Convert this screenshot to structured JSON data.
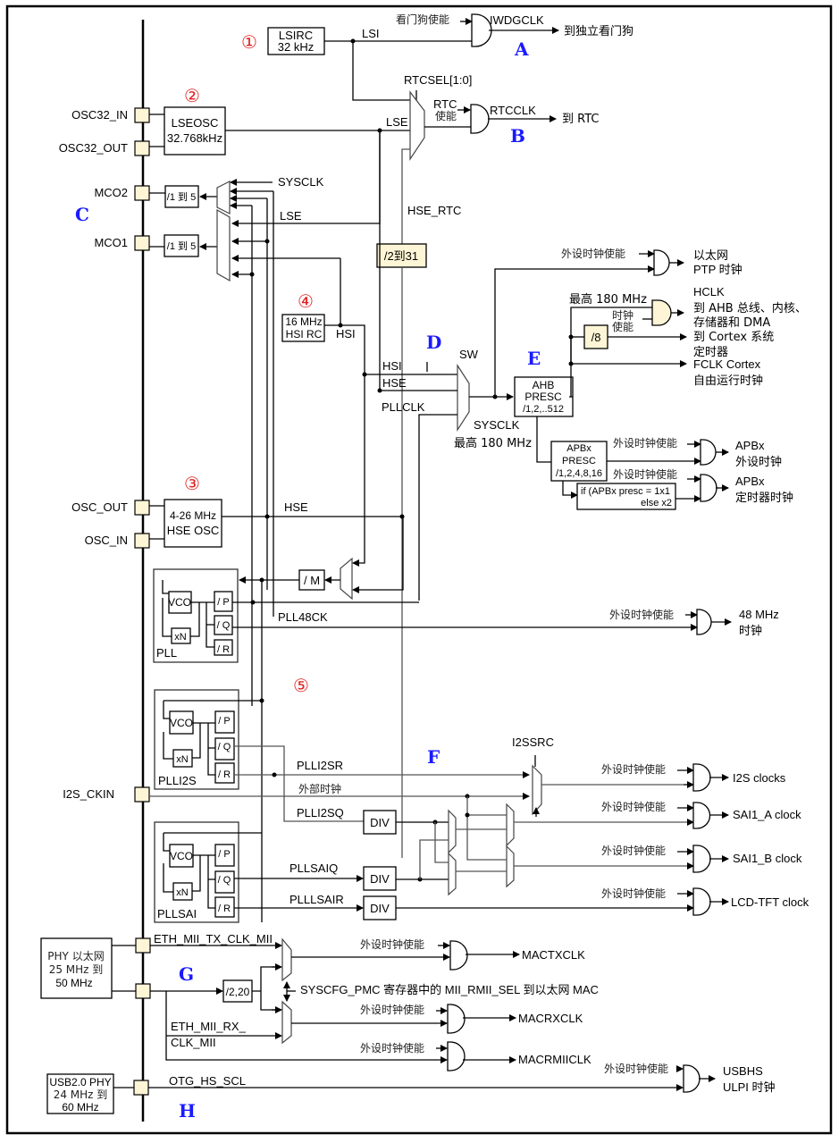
{
  "title": "STM32F4 时钟树 (Clock Tree)",
  "markers": {
    "circled": [
      "①",
      "②",
      "③",
      "④",
      "⑤"
    ],
    "letters": [
      "A",
      "B",
      "C",
      "D",
      "E",
      "F",
      "G",
      "H"
    ]
  },
  "colors": {
    "marker_red": "#e02020",
    "marker_blue": "#1a1aff",
    "pad_fill": "#fdf5d6"
  },
  "pins": {
    "osc32_in": "OSC32_IN",
    "osc32_out": "OSC32_OUT",
    "mco2": "MCO2",
    "mco1": "MCO1",
    "osc_out": "OSC_OUT",
    "osc_in": "OSC_IN",
    "i2s_ckin": "I2S_CKIN"
  },
  "oscillators": {
    "lsirc": [
      "LSIRC",
      "32 kHz"
    ],
    "lseosc": [
      "LSEOSC",
      "32.768kHz"
    ],
    "hsirc": [
      "16 MHz",
      "HSI RC"
    ],
    "hseosc": [
      "4-26 MHz",
      "HSE OSC"
    ]
  },
  "signals": {
    "lsi": "LSI",
    "lse": "LSE",
    "lse2": "LSE",
    "hsi": "HSI",
    "hsi2": "HSI",
    "hse": "HSE",
    "hse2": "HSE",
    "hse_rtc": "HSE_RTC",
    "pllclk": "PLLCLK",
    "sysclk": "SYSCLK",
    "sysclk_mco": "SYSCLK",
    "sysclk_max": "最高 180 MHz",
    "sw": "SW",
    "rtcsel": "RTCSEL[1:0]",
    "pll48ck": "PLL48CK",
    "plli2sr": "PLLI2SR",
    "ext_clock": "外部时钟",
    "plli2sq": "PLLI2SQ",
    "pllsaiq": "PLLSAIQ",
    "plllsair": "PLLLSAIR",
    "i2ssrc": "I2SSRC",
    "eth_tx": "ETH_MII_TX_CLK_MII",
    "eth_rx1": "ETH_MII_RX_",
    "eth_rx2": "CLK_MII",
    "otg": "OTG_HS_SCL",
    "syscfg": "SYSCFG_PMC 寄存器中的 MII_RMII_SEL 到以太网 MAC"
  },
  "dividers": {
    "mco2_div": "/1 到 5",
    "mco1_div": "/1 到 5",
    "rtc_div": "/2到31",
    "m_div": "/ M",
    "div8": "/8",
    "ahb": [
      "AHB",
      "PRESC",
      "/1,2,..512"
    ],
    "apb": [
      "APBx",
      "PRESC",
      "/1,2,4,8,16"
    ],
    "apb_timer": [
      "if (APBx presc = 1x1",
      "else x2"
    ],
    "eth_div": "/2,20",
    "div": "DIV"
  },
  "pll_blocks": [
    {
      "name": "PLL",
      "vco": "VCO",
      "xn": "xN",
      "p": "/ P",
      "q": "/ Q",
      "r": "/ R"
    },
    {
      "name": "PLLI2S",
      "vco": "VCO",
      "xn": "xN",
      "p": "/ P",
      "q": "/ Q",
      "r": "/ R"
    },
    {
      "name": "PLLSAI",
      "vco": "VCO",
      "xn": "xN",
      "p": "/ P",
      "q": "/ Q",
      "r": "/ R"
    }
  ],
  "enables": {
    "watchdog": "看门狗使能",
    "rtc": [
      "RTC",
      "使能"
    ],
    "periph": "外设时钟使能",
    "clock_en": [
      "时钟",
      "使能"
    ],
    "hclk_max": "最高 180 MHz"
  },
  "outputs": {
    "iwdgclk": "IWDGCLK",
    "to_iwdg": "到独立看门狗",
    "rtcclk": "RTCCLK",
    "to_rtc": "到 RTC",
    "eth_ptp": [
      "以太网",
      "PTP 时钟"
    ],
    "hclk": [
      "HCLK",
      "到 AHB 总线、内核、",
      "存储器和 DMA"
    ],
    "cortex_timer": [
      "到 Cortex 系统",
      "定时器"
    ],
    "fclk": [
      "FCLK Cortex",
      "自由运行时钟"
    ],
    "apb_periph": [
      "APBx",
      "外设时钟"
    ],
    "apb_timer": [
      "APBx",
      "定时器时钟"
    ],
    "clk48": [
      "48 MHz",
      "时钟"
    ],
    "i2s": "I2S clocks",
    "sai_a": "SAI1_A clock",
    "sai_b": "SAI1_B clock",
    "lcd": "LCD-TFT clock",
    "mactx": "MACTXCLK",
    "macrx": "MACRXCLK",
    "macrmii": "MACRMIICLK",
    "usbhs": [
      "USBHS",
      "ULPI 时钟"
    ]
  },
  "external": {
    "phy_eth": [
      "PHY 以太网",
      "25 MHz 到",
      "50 MHz"
    ],
    "usb_phy": [
      "USB2.0 PHY",
      "24 MHz 到",
      "60 MHz"
    ]
  }
}
